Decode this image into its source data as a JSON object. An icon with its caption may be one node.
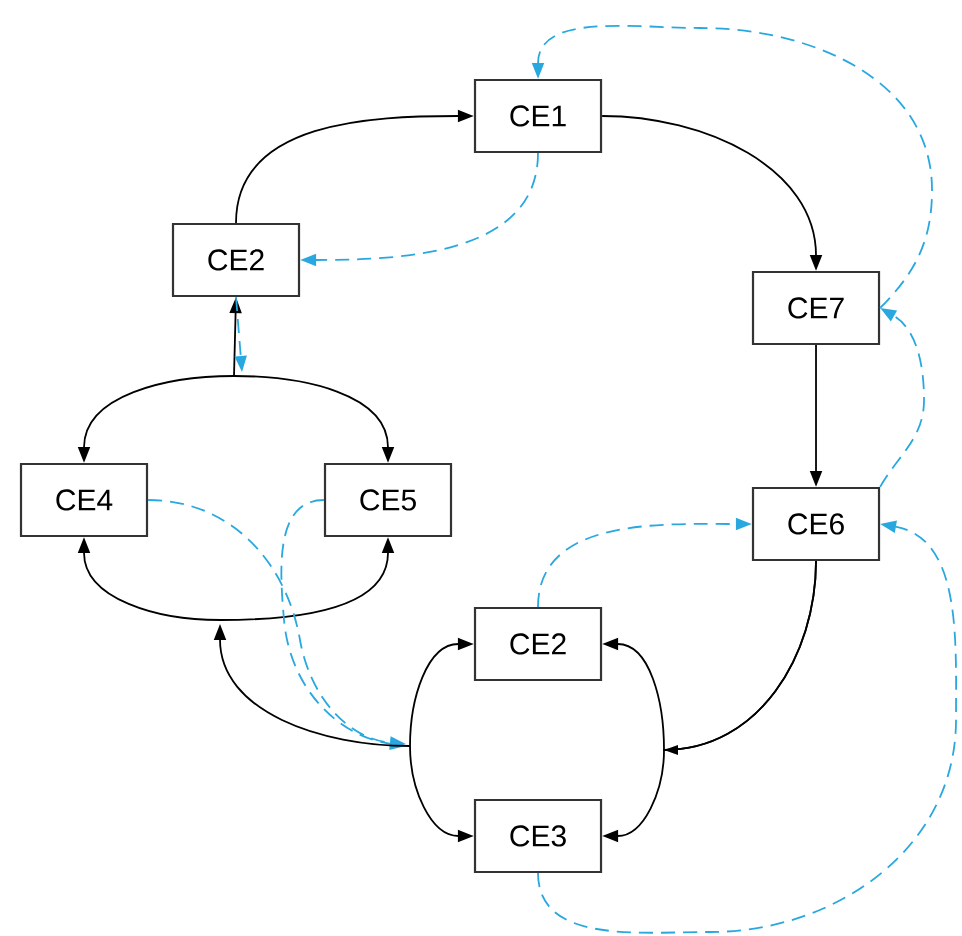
{
  "diagram": {
    "nodes": [
      {
        "text": [
          "CE1"
        ]
      },
      {
        "text": [
          "CE2"
        ]
      },
      {
        "text": [
          "CE7"
        ]
      },
      {
        "text": [
          "CE4"
        ]
      },
      {
        "text": [
          "CE5"
        ]
      },
      {
        "text": [
          "CE6"
        ]
      },
      {
        "text": [
          "CE2"
        ]
      },
      {
        "text": [
          "CE3"
        ]
      }
    ],
    "edges": [
      {
        "from": 1,
        "to": 0,
        "arrow": "to"
      },
      {
        "from": 0,
        "to": 2,
        "arrow": "to"
      },
      {
        "from": 2,
        "to": 5,
        "arrow": "to"
      },
      {
        "from": null,
        "to": 1,
        "arrow": "to"
      },
      {
        "from": null,
        "to": 3,
        "arrow": "to"
      },
      {
        "from": null,
        "to": 4,
        "arrow": "to"
      },
      {
        "from": null,
        "to": 3,
        "arrow": "to"
      },
      {
        "from": null,
        "to": 4,
        "arrow": "to"
      },
      {
        "from": null,
        "to": 6,
        "arrow": "to"
      },
      {
        "from": null,
        "to": 7,
        "arrow": "to"
      },
      {
        "from": 5,
        "to": 6,
        "arrow": "to"
      },
      {
        "from": 5,
        "to": 7,
        "arrow": "to"
      },
      {
        "from": 0,
        "to": 1,
        "arrow": "to",
        "style": "dashed",
        "color": "#29a8e0"
      },
      {
        "from": 2,
        "to": 0,
        "arrow": "to",
        "style": "dashed",
        "color": "#29a8e0"
      },
      {
        "from": 5,
        "to": 2,
        "arrow": "to",
        "style": "dashed",
        "color": "#29a8e0"
      },
      {
        "from": 1,
        "to": null,
        "arrow": "to",
        "style": "dashed",
        "color": "#29a8e0"
      },
      {
        "from": 3,
        "to": null,
        "arrow": "to",
        "style": "dashed",
        "color": "#29a8e0"
      },
      {
        "from": 4,
        "to": null,
        "arrow": "to",
        "style": "dashed",
        "color": "#29a8e0"
      },
      {
        "from": 6,
        "to": 5,
        "arrow": "to",
        "style": "dashed",
        "color": "#29a8e0"
      },
      {
        "from": 7,
        "to": 5,
        "arrow": "to",
        "style": "dashed",
        "color": "#29a8e0"
      }
    ]
  }
}
